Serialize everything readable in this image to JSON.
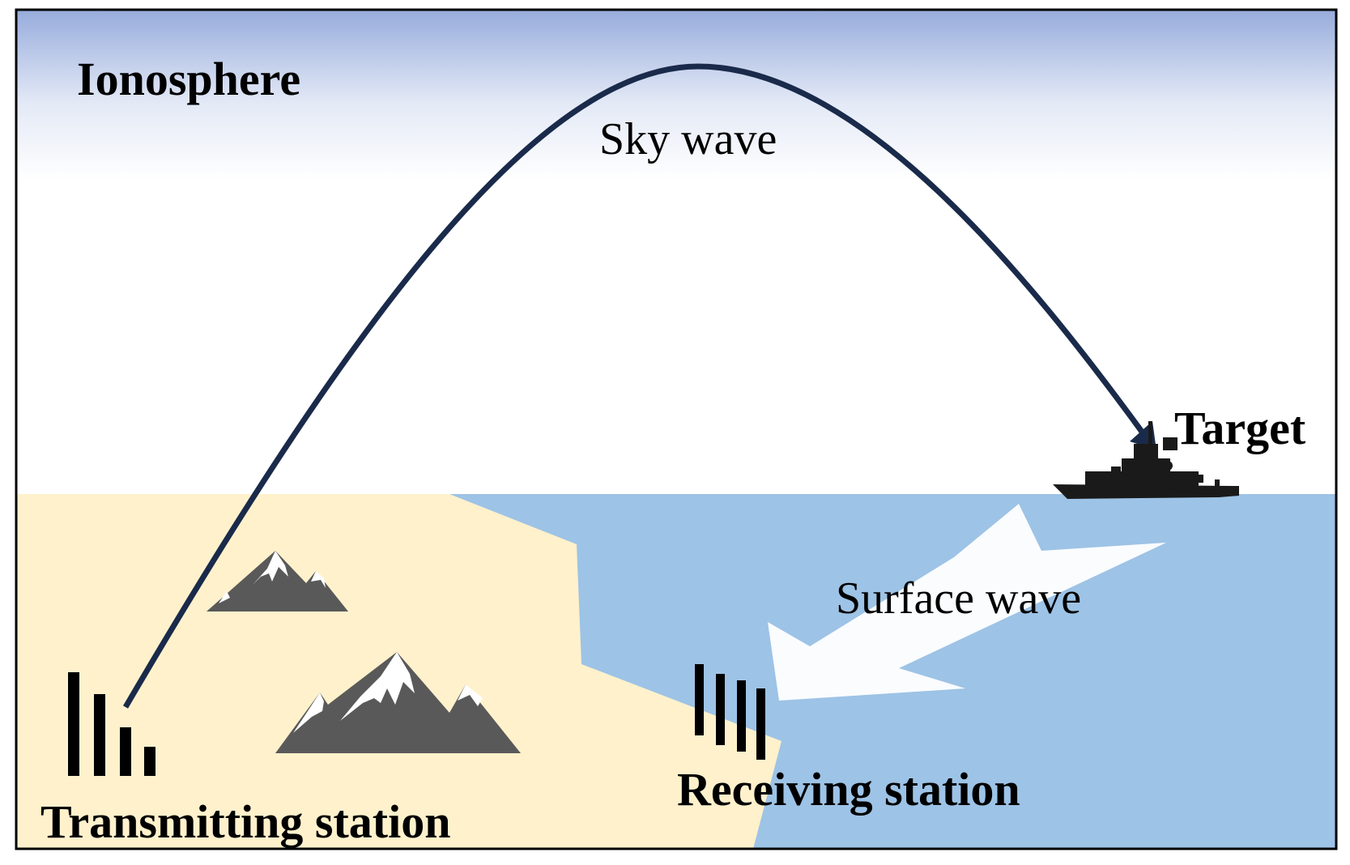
{
  "labels": {
    "ionosphere": "Ionosphere",
    "sky_wave": "Sky wave",
    "target": "Target",
    "surface_wave": "Surface wave",
    "receiving_station": "Receiving station",
    "transmitting_station": "Transmitting station"
  },
  "colors": {
    "sky_top": "#97acdc",
    "sky_bottom": "#ffffff",
    "land": "#fff1cc",
    "sea": "#9dc3e6",
    "sky_wave_path": "#1a2a4a",
    "surface_wave_arrow": "#ffffff",
    "mountain": "#595959",
    "antenna": "#000000",
    "ship": "#1a1a1a",
    "frame": "#000000"
  },
  "icons": {
    "transmitter": "antenna-bars-icon",
    "receiver": "antenna-bars-icon",
    "target": "ship-icon",
    "terrain": "mountain-icon"
  }
}
